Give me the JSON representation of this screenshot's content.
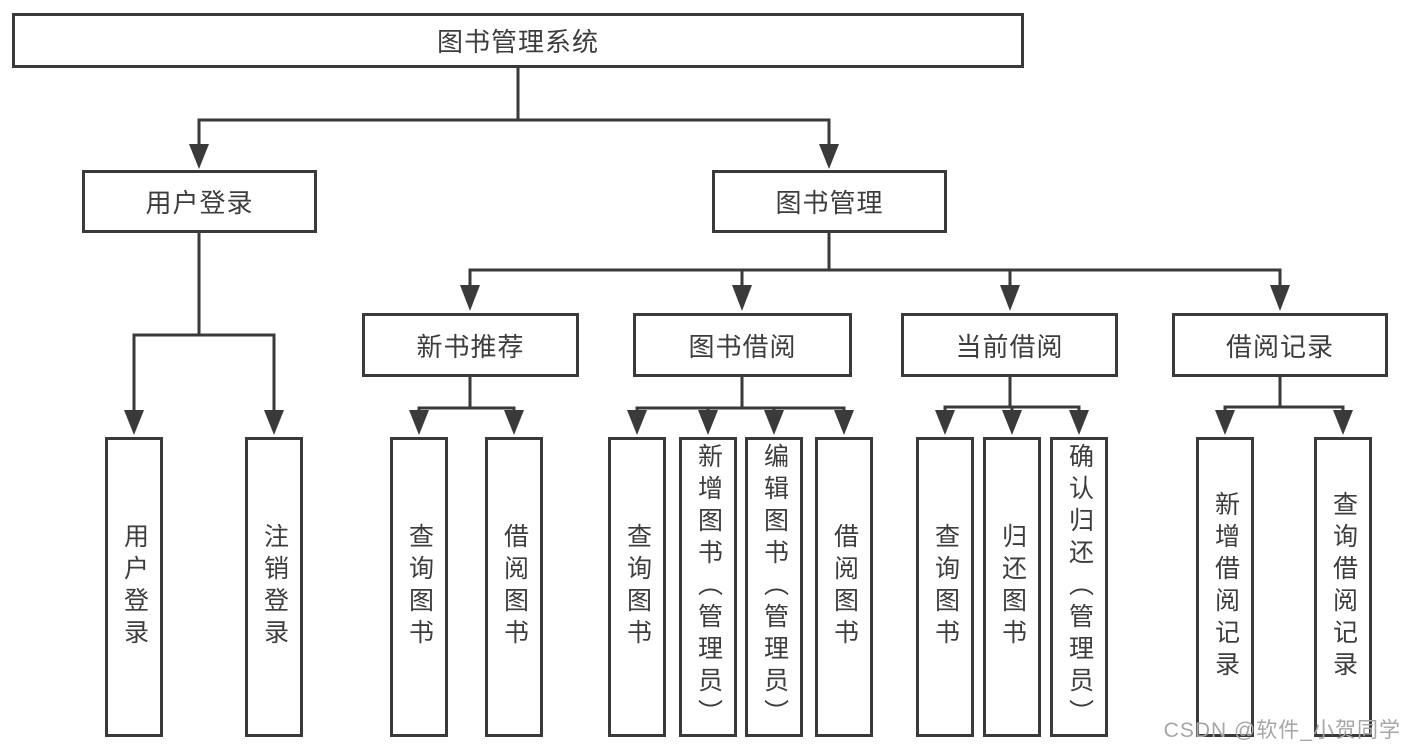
{
  "tree": {
    "label": "图书管理系统",
    "children": [
      {
        "label": "用户登录",
        "children": [
          {
            "label": "用户登录"
          },
          {
            "label": "注销登录"
          }
        ]
      },
      {
        "label": "图书管理",
        "children": [
          {
            "label": "新书推荐",
            "children": [
              {
                "label": "查询图书"
              },
              {
                "label": "借阅图书"
              }
            ]
          },
          {
            "label": "图书借阅",
            "children": [
              {
                "label": "查询图书"
              },
              {
                "label": "新增图书（管理员）"
              },
              {
                "label": "编辑图书（管理员）"
              },
              {
                "label": "借阅图书"
              }
            ]
          },
          {
            "label": "当前借阅",
            "children": [
              {
                "label": "查询图书"
              },
              {
                "label": "归还图书"
              },
              {
                "label": "确认归还（管理员）"
              }
            ]
          },
          {
            "label": "借阅记录",
            "children": [
              {
                "label": "新增借阅记录"
              },
              {
                "label": "查询借阅记录"
              }
            ]
          }
        ]
      }
    ]
  },
  "watermark": "CSDN @软件_小贺同学",
  "colors": {
    "line": "#3a3a3a",
    "text": "#3d3d3d",
    "background": "#ffffff",
    "watermark": "#a6a6a6"
  }
}
